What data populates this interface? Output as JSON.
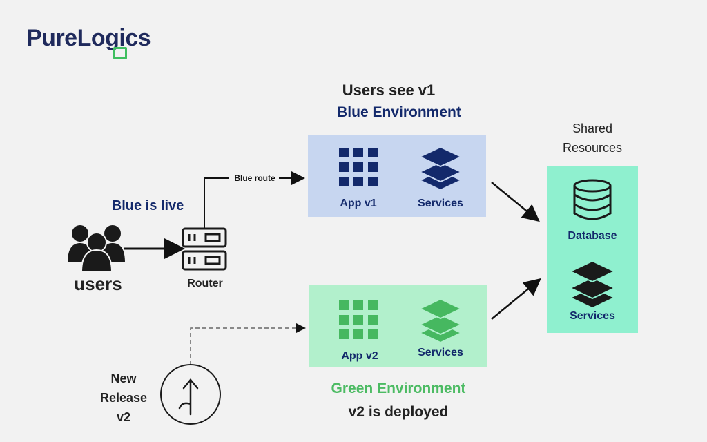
{
  "logo": {
    "text": "PureLogics"
  },
  "headings": {
    "users_see": "Users see v1",
    "blue_env": "Blue Environment",
    "shared_line1": "Shared",
    "shared_line2": "Resources",
    "blue_live": "Blue is live",
    "green_env": "Green Environment",
    "v2_deployed": "v2 is deployed"
  },
  "nodes": {
    "users": "users",
    "router": "Router",
    "route": "Blue route",
    "release_line1": "New",
    "release_line2": "Release",
    "release_line3": "v2"
  },
  "blue": {
    "app": "App v1",
    "services": "Services"
  },
  "green": {
    "app": "App v2",
    "services": "Services"
  },
  "shared": {
    "database": "Database",
    "services": "Services"
  },
  "colors": {
    "navy": "#13296b",
    "blue_box": "#c7d6f0",
    "green_box": "#b2f0cc",
    "shared_box": "#8ff0cf",
    "green_icon": "#46b860",
    "dark_icon": "#1a1a1a"
  }
}
